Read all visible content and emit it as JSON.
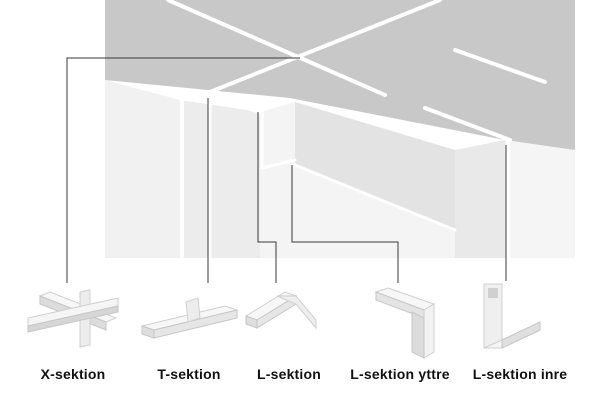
{
  "labels": {
    "x_section": "X-sektion",
    "t_section": "T-sektion",
    "l_section": "L-sektion",
    "l_section_outer": "L-sektion yttre",
    "l_section_inner": "L-sektion inre"
  },
  "colors": {
    "ceiling": "#c8c8c8",
    "wall_light": "#f3f3f3",
    "wall_shade": "#e6e6e6",
    "led_strip": "#ffffff",
    "leader_line": "#3a3a3a",
    "text": "#111111"
  }
}
